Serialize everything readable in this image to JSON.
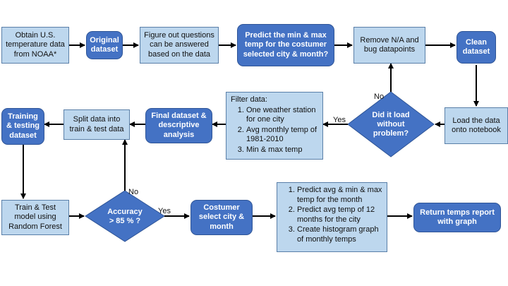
{
  "nodes": {
    "obtain": "Obtain U.S.\ntemperature data\nfrom NOAA*",
    "original": "Original\ndataset",
    "figure_out": "Figure out questions\ncan be answered\nbased on the data",
    "predict": "Predict the min & max\ntemp for the costumer\nselected city & month?",
    "remove": "Remove N/A and\nbug datapoints",
    "clean": "Clean\ndataset",
    "load": "Load the data\nonto notebook",
    "did_it_load": "Did it load\nwithout\nproblem?",
    "final_dataset": "Final dataset &\ndescriptive\nanalysis",
    "split": "Split data into\ntrain & test data",
    "training": "Training\n& testing\ndataset",
    "train_test": "Train & Test\nmodel using\nRandom Forest",
    "accuracy": "Accuracy\n> 85 % ?",
    "costumer": "Costumer\nselect city &\nmonth",
    "return": "Return temps report\nwith graph"
  },
  "filter": {
    "heading": "Filter data:",
    "items": [
      "One weather station for one city",
      "Avg monthly temp of 1981-2010",
      "Min & max temp"
    ]
  },
  "predict_list": {
    "items": [
      "Predict avg & min & max temp for the month",
      "Predict avg temp of 12 months for the city",
      "Create histogram graph of monthly temps"
    ]
  },
  "labels": {
    "no_load": "No",
    "yes_load": "Yes",
    "no_acc": "No",
    "yes_acc": "Yes"
  },
  "colors": {
    "light_fill": "#bdd7ee",
    "dark_fill": "#4472c4",
    "arrow": "#000000"
  }
}
